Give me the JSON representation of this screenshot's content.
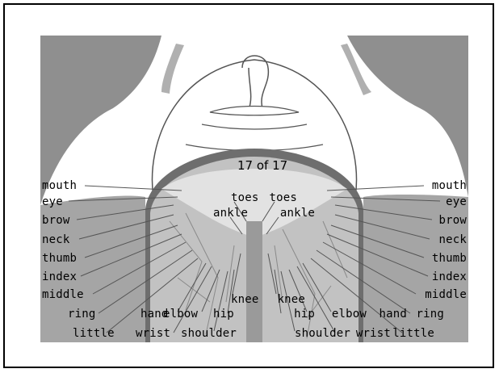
{
  "counter": "17 of 17",
  "colors": {
    "background_gray": "#8f8f8f",
    "face_white": "#ffffff",
    "brain_gray": "#c2c2c2",
    "midline_gray": "#9a9a9a"
  },
  "left_labels": {
    "mouth": "mouth",
    "eye": "eye",
    "brow": "brow",
    "neck": "neck",
    "thumb": "thumb",
    "index": "index",
    "middle": "middle",
    "ring": "ring",
    "little": "little",
    "hand": "hand",
    "wrist": "wrist",
    "elbow": "elbow",
    "shoulder": "shoulder",
    "hip": "hip",
    "knee": "knee",
    "ankle": "ankle",
    "toes": "toes"
  },
  "right_labels": {
    "mouth": "mouth",
    "eye": "eye",
    "brow": "brow",
    "neck": "neck",
    "thumb": "thumb",
    "index": "index",
    "middle": "middle",
    "ring": "ring",
    "little": "little",
    "hand": "hand",
    "wrist": "wrist",
    "elbow": "elbow",
    "shoulder": "shoulder",
    "hip": "hip",
    "knee": "knee",
    "ankle": "ankle",
    "toes": "toes"
  }
}
